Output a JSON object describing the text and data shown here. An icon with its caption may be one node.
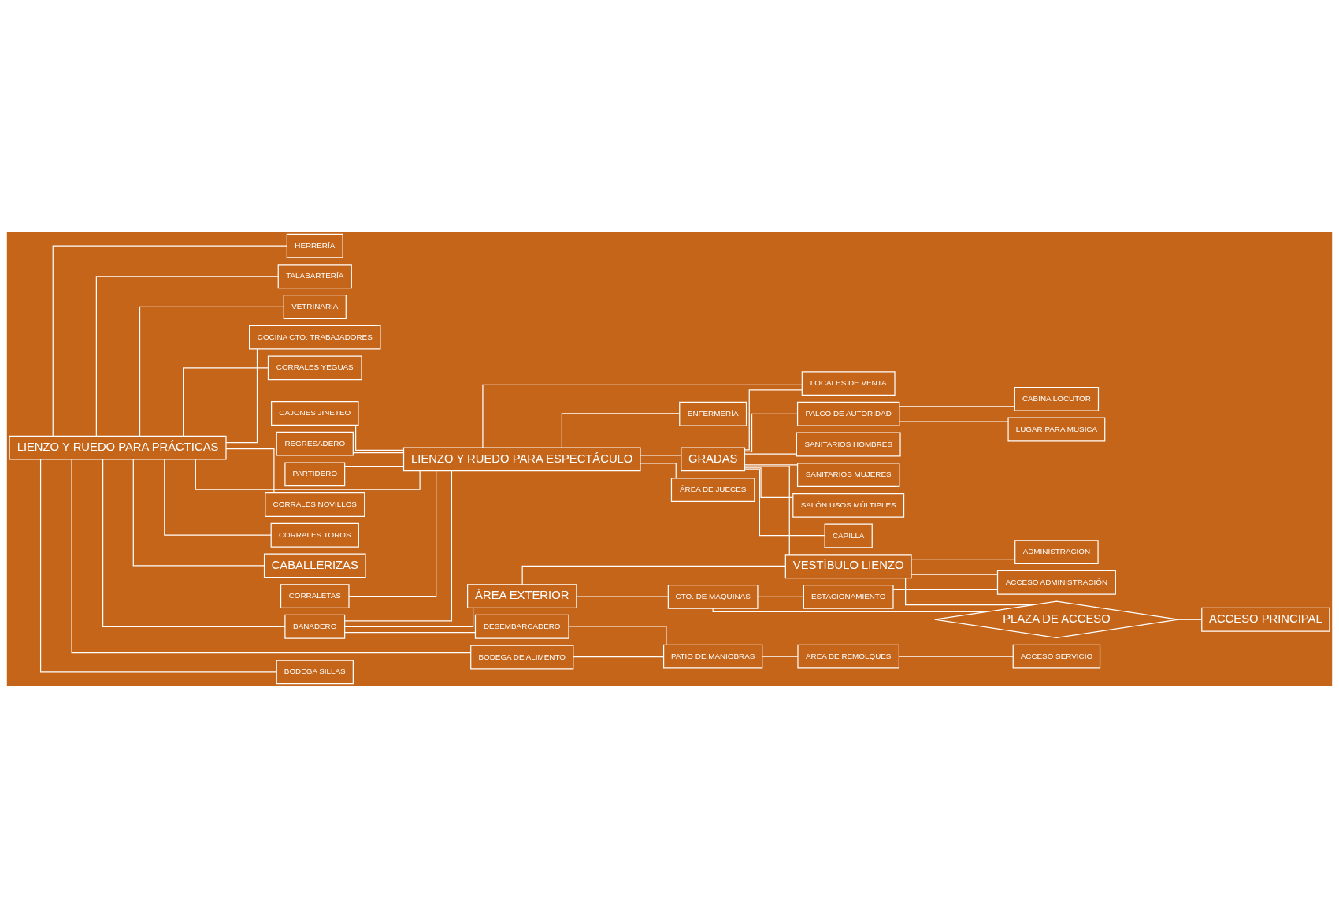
{
  "diagram": {
    "nodes": [
      {
        "text": [
          "LIENZO Y RUEDO PARA PRÁCTICAS"
        ]
      },
      {
        "text": [
          "CORRALES YEGUAS"
        ]
      },
      {
        "text": [
          "CORRALES NOVILLOS"
        ]
      },
      {
        "text": [
          "CORRALES TOROS"
        ]
      },
      {
        "text": [
          "CABALLERIZAS"
        ]
      },
      {
        "text": [
          "BAÑADERO"
        ]
      },
      {
        "text": [
          "BODEGA SILLAS"
        ]
      },
      {
        "text": [
          "HERRERÍA"
        ]
      },
      {
        "text": [
          "TALABARTERÍA"
        ]
      },
      {
        "text": [
          "VETRINARIA"
        ]
      },
      {
        "text": [
          "BODEGA DE ALIMENTO"
        ]
      },
      {
        "text": [
          "COCINA CTO. TRABAJADORES"
        ]
      },
      {
        "text": [
          "CAJONES JINETEO"
        ]
      },
      {
        "text": [
          "REGRESADERO"
        ]
      },
      {
        "text": [
          "PARTIDERO"
        ]
      },
      {
        "text": [
          "CORRALETAS"
        ]
      },
      {
        "text": [
          "LIENZO Y RUEDO PARA ESPECTÁCULO"
        ]
      },
      {
        "text": [
          "ÁREA DE JUECES"
        ]
      },
      {
        "text": [
          "ENFERMERÍA"
        ]
      },
      {
        "text": [
          "ÁREA EXTERIOR"
        ]
      },
      {
        "text": [
          "DESEMBARCADERO"
        ]
      },
      {
        "text": [
          "PATIO DE MANIOBRAS"
        ]
      },
      {
        "text": [
          "AREA DE REMOLQUES"
        ]
      },
      {
        "text": [
          "ACCESO SERVICIO"
        ]
      },
      {
        "text": [
          "CTO. DE MÁQUINAS"
        ]
      },
      {
        "text": [
          "ESTACIONAMIENTO"
        ]
      },
      {
        "text": [
          "CABINA LOCUTOR"
        ]
      },
      {
        "text": [
          "PALCO DE AUTORIDAD"
        ]
      },
      {
        "text": [
          "LUGAR PARA MÚSICA"
        ]
      },
      {
        "text": [
          "GRADAS"
        ]
      },
      {
        "text": [
          "LOCALES DE VENTA"
        ]
      },
      {
        "text": [
          "SANITARIOS HOMBRES"
        ]
      },
      {
        "text": [
          "SANITARIOS MUJERES"
        ]
      },
      {
        "text": [
          "SALÓN USOS MÚLTIPLES"
        ]
      },
      {
        "text": [
          "CAPILLA"
        ]
      },
      {
        "text": [
          "VESTÍBULO LIENZO"
        ]
      },
      {
        "text": [
          "PLAZA DE ACCESO"
        ]
      },
      {
        "text": [
          "ADMINISTRACIÓN"
        ]
      },
      {
        "text": [
          "ACCESO ADMINISTRACIÓN"
        ]
      },
      {
        "text": [
          "ACCESO PRINCIPAL"
        ]
      }
    ],
    "edges": [
      {
        "from": 0,
        "to": 1,
        "arrow": "none"
      },
      {
        "from": 0,
        "to": 2,
        "arrow": "none"
      },
      {
        "from": 0,
        "to": 3,
        "arrow": "none"
      },
      {
        "from": 0,
        "to": 4,
        "arrow": "none"
      },
      {
        "from": 0,
        "to": 5,
        "arrow": "none"
      },
      {
        "from": 0,
        "to": 6,
        "arrow": "none"
      },
      {
        "from": 0,
        "to": 7,
        "arrow": "none"
      },
      {
        "from": 0,
        "to": 8,
        "arrow": "none"
      },
      {
        "from": 0,
        "to": 9,
        "arrow": "none"
      },
      {
        "from": 0,
        "to": 10,
        "arrow": "none"
      },
      {
        "from": 0,
        "to": 11,
        "arrow": "none"
      },
      {
        "from": 10,
        "to": 21,
        "arrow": "none"
      },
      {
        "from": 0,
        "to": 16,
        "arrow": "none"
      },
      {
        "from": 12,
        "to": 16,
        "arrow": "none"
      },
      {
        "from": 13,
        "to": 16,
        "arrow": "none"
      },
      {
        "from": 14,
        "to": 16,
        "arrow": "none"
      },
      {
        "from": 15,
        "to": 16,
        "arrow": "none"
      },
      {
        "from": 5,
        "to": 16,
        "arrow": "none"
      },
      {
        "from": 5,
        "to": 19,
        "arrow": "none"
      },
      {
        "from": 5,
        "to": 20,
        "arrow": "none"
      },
      {
        "from": 16,
        "to": 17,
        "arrow": "none"
      },
      {
        "from": 16,
        "to": 29,
        "arrow": "none"
      },
      {
        "from": 16,
        "to": 18,
        "arrow": "none"
      },
      {
        "from": 16,
        "to": 30,
        "arrow": "none"
      },
      {
        "from": 20,
        "to": 21,
        "arrow": "none"
      },
      {
        "from": 21,
        "to": 22,
        "arrow": "none"
      },
      {
        "from": 22,
        "to": 23,
        "arrow": "none"
      },
      {
        "from": 19,
        "to": 24,
        "arrow": "none"
      },
      {
        "from": 24,
        "to": 36,
        "arrow": "none"
      },
      {
        "from": 24,
        "to": 25,
        "arrow": "none"
      },
      {
        "from": 19,
        "to": 35,
        "arrow": "none"
      },
      {
        "from": 29,
        "to": 27,
        "arrow": "none"
      },
      {
        "from": 27,
        "to": 26,
        "arrow": "none"
      },
      {
        "from": 27,
        "to": 28,
        "arrow": "none"
      },
      {
        "from": 29,
        "to": 31,
        "arrow": "none"
      },
      {
        "from": 29,
        "to": 32,
        "arrow": "none"
      },
      {
        "from": 29,
        "to": 30,
        "arrow": "none"
      },
      {
        "from": 29,
        "to": 33,
        "arrow": "none"
      },
      {
        "from": 29,
        "to": 34,
        "arrow": "none"
      },
      {
        "from": 29,
        "to": 35,
        "arrow": "none"
      },
      {
        "from": 35,
        "to": 36,
        "arrow": "none"
      },
      {
        "from": 36,
        "to": 39,
        "arrow": "none"
      },
      {
        "from": 35,
        "to": 37,
        "arrow": "none"
      },
      {
        "from": 35,
        "to": 38,
        "arrow": "none"
      },
      {
        "from": 25,
        "to": 38,
        "arrow": "none"
      }
    ]
  }
}
